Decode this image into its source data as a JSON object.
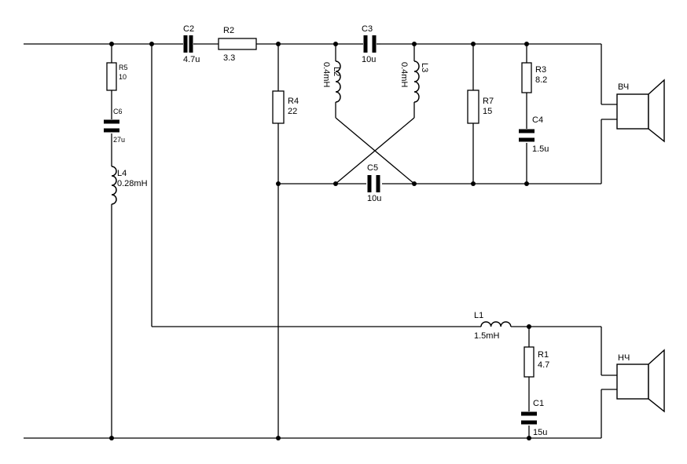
{
  "components": {
    "C2": {
      "ref": "C2",
      "value": "4.7u"
    },
    "R2": {
      "ref": "R2",
      "value": "3.3"
    },
    "C3": {
      "ref": "C3",
      "value": "10u"
    },
    "R5": {
      "ref": "R5",
      "value": "10"
    },
    "C6": {
      "ref": "C6",
      "value": "27u"
    },
    "L4": {
      "ref": "L4",
      "value": "0.28mH"
    },
    "R4": {
      "ref": "R4",
      "value": "22"
    },
    "L2": {
      "ref": "L2",
      "value": "0.4mH"
    },
    "L3": {
      "ref": "L3",
      "value": "0.4mH"
    },
    "C5": {
      "ref": "C5",
      "value": "10u"
    },
    "R7": {
      "ref": "R7",
      "value": "15"
    },
    "R3": {
      "ref": "R3",
      "value": "8.2"
    },
    "C4": {
      "ref": "C4",
      "value": "1.5u"
    },
    "L1": {
      "ref": "L1",
      "value": "1.5mH"
    },
    "R1": {
      "ref": "R1",
      "value": "4.7"
    },
    "C1": {
      "ref": "C1",
      "value": "15u"
    }
  },
  "speakers": {
    "tweeter": {
      "label": "ВЧ"
    },
    "woofer": {
      "label": "НЧ"
    }
  }
}
